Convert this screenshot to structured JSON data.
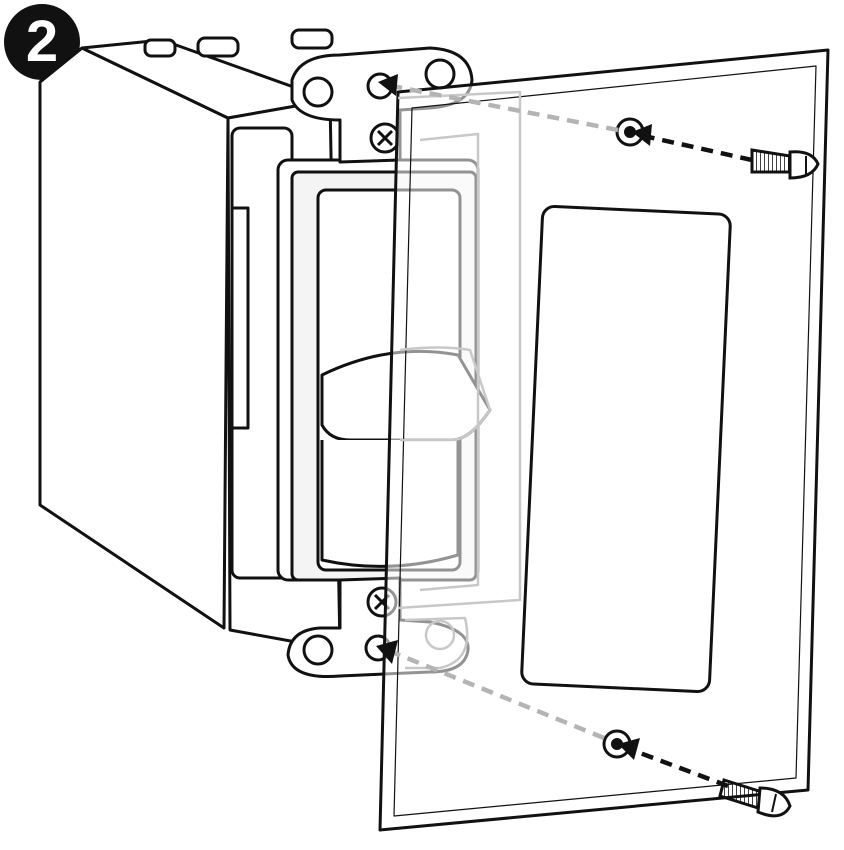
{
  "step": {
    "number": "2"
  },
  "colors": {
    "ink": "#111111",
    "guide_dash": "#b4b4b4",
    "ghost": "#c8c8c8",
    "face": "#ffffff"
  },
  "parts": {
    "wallbox": "wall-box",
    "device": "slide-dimmer",
    "wallplate": "decorator-wall-plate",
    "screws": "plate-screw-icon",
    "arrows": "dashed-arrow-icon"
  }
}
